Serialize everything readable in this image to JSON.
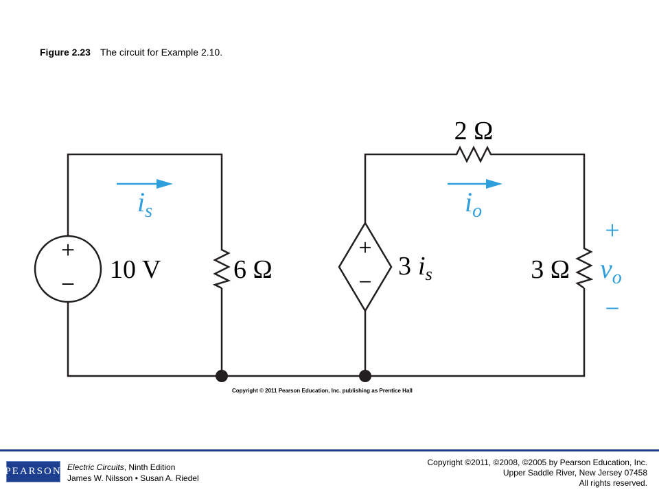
{
  "caption": {
    "number": "Figure 2.23",
    "text": "The circuit for Example 2.10."
  },
  "circuit": {
    "source_plus": "+",
    "source_minus": "−",
    "source_value": "10 V",
    "r6": "6 Ω",
    "r2": "2 Ω",
    "r3": "3 Ω",
    "dep_plus": "+",
    "dep_minus": "−",
    "dep_gain": "3",
    "is_label": "i",
    "is_sub": "s",
    "io_label": "i",
    "io_sub": "o",
    "vo_plus": "+",
    "vo_label": "v",
    "vo_sub": "o",
    "vo_minus": "−",
    "image_copyright": "Copyright © 2011 Pearson Education, Inc. publishing as Prentice Hall",
    "wire_color": "#231f20",
    "accent_color": "#2e9fdc"
  },
  "footer": {
    "logo_text": "PEARSON",
    "book_title": "Electric Circuits",
    "book_edition": ", Ninth Edition",
    "authors": "James W. Nilsson • Susan A. Riedel",
    "copyright_line1": "Copyright ©2011, ©2008, ©2005 by Pearson Education, Inc.",
    "copyright_line2": "Upper Saddle River, New Jersey 07458",
    "copyright_line3": "All rights reserved."
  }
}
